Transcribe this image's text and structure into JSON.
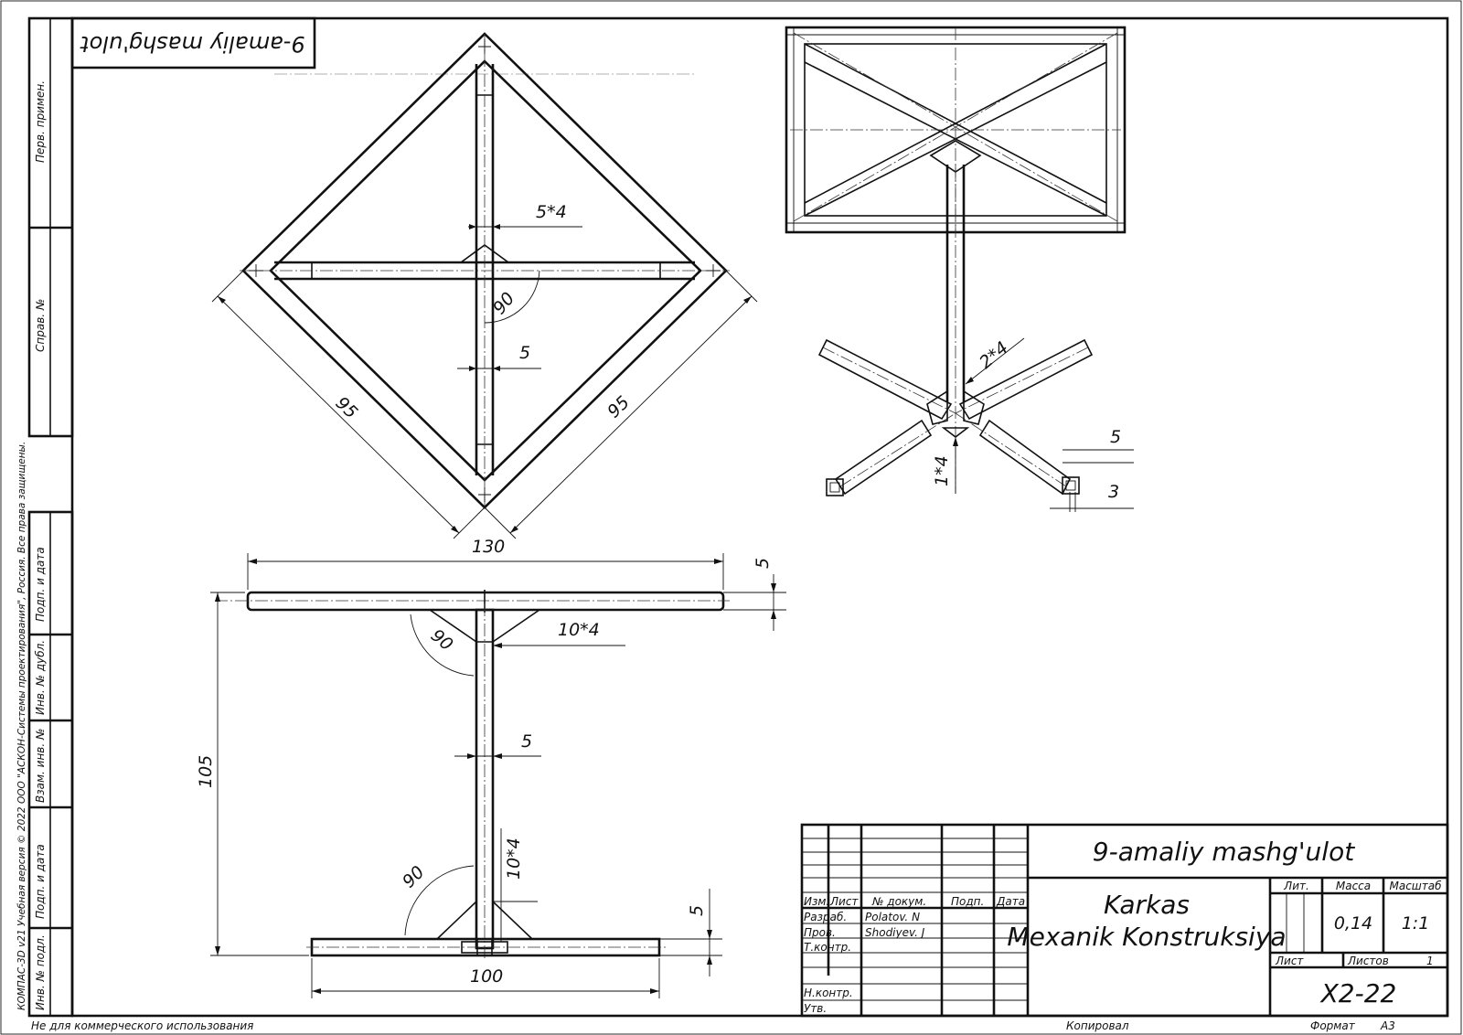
{
  "drawing": {
    "stamp_title": "9-amaliy mashg'ulot",
    "top_title_mirrored": "9-amaliy mashg'ulot",
    "part_name_line1": "Karkas",
    "part_name_line2": "Mexanik Konstruksiya",
    "designation": "X2-22",
    "mass": "0,14",
    "scale": "1:1",
    "sheet_number": "1"
  },
  "title_block": {
    "header": {
      "izm": "Изм.",
      "list": "Лист",
      "doc_no": "№ докум.",
      "podp": "Подп.",
      "data": "Дата"
    },
    "rows": {
      "razrab": "Разраб.",
      "prov": "Пров.",
      "tkontr": "Т.контр.",
      "nkontr": "Н.контр.",
      "utv": "Утв."
    },
    "people": {
      "developer": "Polatov. N",
      "checker": "Shodiyev. J"
    },
    "labels": {
      "lit": "Лит.",
      "massa": "Масса",
      "masshtab": "Масштаб",
      "list": "Лист",
      "listov": "Листов"
    }
  },
  "side_column": {
    "perv_primen": "Перв. примен.",
    "sprav_no": "Справ. №",
    "podp_data_1": "Подп. и дата",
    "inv_dubl": "Инв. № дубл.",
    "vzam_inv": "Взам. инв. №",
    "podp_data_2": "Подп. и дата",
    "inv_podl": "Инв. № подл."
  },
  "footer": {
    "license_vertical": "КОМПАС-3D v21 Учебная версия © 2022 ООО \"АСКОН-Системы проектирования\", Россия. Все права защищены.",
    "noncommercial": "Не для коммерческого использования",
    "copied": "Копировал",
    "format_label": "Формат",
    "format_value": "A3"
  },
  "dimensions": {
    "top_view": {
      "member": "5*4",
      "angle": "90",
      "width": "5",
      "side_left": "95",
      "side_right": "95"
    },
    "front_view": {
      "top_length": "130",
      "top_thickness": "5",
      "bracket_top": "10*4",
      "angle_top": "90",
      "post_width": "5",
      "height": "105",
      "bracket_bottom": "10*4",
      "angle_bottom": "90",
      "base_thickness": "5",
      "base_length": "100"
    },
    "iso_view": {
      "bracket": "2*4",
      "tube_outer": "5",
      "tube_inner": "3",
      "foot_bracket": "1*4"
    }
  }
}
